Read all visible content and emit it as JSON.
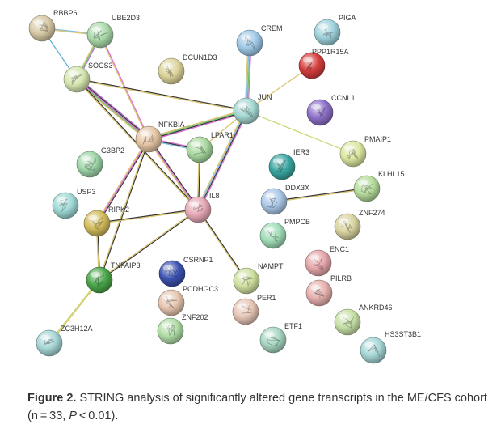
{
  "figure": {
    "caption_label": "Figure 2.",
    "caption_text_1": " STRING analysis of significantly altered gene transcripts in the ME/CFS cohort (n = 33, ",
    "caption_p": "P",
    "caption_text_2": " < 0.01)."
  },
  "network": {
    "nodes": [
      {
        "id": "RBBP6",
        "label": "RBBP6",
        "color": "#d8c9a6"
      },
      {
        "id": "UBE2D3",
        "label": "UBE2D3",
        "color": "#a9d9a9"
      },
      {
        "id": "SOCS3",
        "label": "SOCS3",
        "color": "#d6e6b0"
      },
      {
        "id": "DCUN1D3",
        "label": "DCUN1D3",
        "color": "#dcd49a"
      },
      {
        "id": "CREM",
        "label": "CREM",
        "color": "#9ec8e6"
      },
      {
        "id": "PIGA",
        "label": "PIGA",
        "color": "#9fd2dc"
      },
      {
        "id": "PPP1R15A",
        "label": "PPP1R15A",
        "color": "#d63d3d"
      },
      {
        "id": "JUN",
        "label": "JUN",
        "color": "#a6d8d2"
      },
      {
        "id": "CCNL1",
        "label": "CCNL1",
        "color": "#8c6ec8"
      },
      {
        "id": "NFKBIA",
        "label": "NFKBIA",
        "color": "#e6c6a6"
      },
      {
        "id": "LPAR1",
        "label": "LPAR1",
        "color": "#a9d9a0"
      },
      {
        "id": "PMAIP1",
        "label": "PMAIP1",
        "color": "#dce6a0"
      },
      {
        "id": "G3BP2",
        "label": "G3BP2",
        "color": "#9fd6a9"
      },
      {
        "id": "IER3",
        "label": "IER3",
        "color": "#3aa6a0"
      },
      {
        "id": "KLHL15",
        "label": "KLHL15",
        "color": "#b6dc9c"
      },
      {
        "id": "DDX3X",
        "label": "DDX3X",
        "color": "#a9c6e6"
      },
      {
        "id": "USP3",
        "label": "USP3",
        "color": "#9fdad6"
      },
      {
        "id": "RIPK2",
        "label": "RIPK2",
        "color": "#d2bc5c"
      },
      {
        "id": "IL8",
        "label": "IL8",
        "color": "#e6a9b6"
      },
      {
        "id": "ZNF274",
        "label": "ZNF274",
        "color": "#d9d3a0"
      },
      {
        "id": "PMPCB",
        "label": "PMPCB",
        "color": "#9fdcb6"
      },
      {
        "id": "ENC1",
        "label": "ENC1",
        "color": "#e6a6aa"
      },
      {
        "id": "TNFAIP3",
        "label": "TNFAIP3",
        "color": "#4aa64a"
      },
      {
        "id": "CSRNP1",
        "label": "CSRNP1",
        "color": "#3c52b0"
      },
      {
        "id": "NAMPT",
        "label": "NAMPT",
        "color": "#cfe0a0"
      },
      {
        "id": "PCDHGC3",
        "label": "PCDHGC3",
        "color": "#e6c6b0"
      },
      {
        "id": "PILRB",
        "label": "PILRB",
        "color": "#e6b0ae"
      },
      {
        "id": "PER1",
        "label": "PER1",
        "color": "#e6c6b6"
      },
      {
        "id": "ANKRD46",
        "label": "ANKRD46",
        "color": "#c6e0a6"
      },
      {
        "id": "ZNF202",
        "label": "ZNF202",
        "color": "#b0dca6"
      },
      {
        "id": "ETF1",
        "label": "ETF1",
        "color": "#a6d6c0"
      },
      {
        "id": "HS3ST3B1",
        "label": "HS3ST3B1",
        "color": "#a6d6d6"
      },
      {
        "id": "ZC3H12A",
        "label": "ZC3H12A",
        "color": "#a6d6d6"
      }
    ],
    "edges": [
      {
        "source": "RBBP6",
        "target": "UBE2D3",
        "colors": [
          "#7fbfe0",
          "#d9c36a"
        ]
      },
      {
        "source": "RBBP6",
        "target": "SOCS3",
        "colors": [
          "#5aaed6"
        ]
      },
      {
        "source": "UBE2D3",
        "target": "SOCS3",
        "colors": [
          "#b06ad6",
          "#6abf6a",
          "#d9c36a"
        ]
      },
      {
        "source": "UBE2D3",
        "target": "NFKBIA",
        "colors": [
          "#d96ad6",
          "#d9c36a"
        ]
      },
      {
        "source": "SOCS3",
        "target": "NFKBIA",
        "colors": [
          "#b06ad6",
          "#333333",
          "#d96ad6",
          "#6abf6a",
          "#d9c36a"
        ]
      },
      {
        "source": "SOCS3",
        "target": "JUN",
        "colors": [
          "#333333",
          "#d9c36a"
        ]
      },
      {
        "source": "SOCS3",
        "target": "IL8",
        "colors": [
          "#333333",
          "#d9c36a"
        ]
      },
      {
        "source": "CREM",
        "target": "JUN",
        "colors": [
          "#d96ad6",
          "#6abf6a",
          "#7fbfe0",
          "#d9c36a"
        ]
      },
      {
        "source": "PPP1R15A",
        "target": "JUN",
        "colors": [
          "#d9c36a"
        ]
      },
      {
        "source": "JUN",
        "target": "NFKBIA",
        "colors": [
          "#d96ad6",
          "#333333",
          "#6abf6a",
          "#d9c36a"
        ]
      },
      {
        "source": "JUN",
        "target": "LPAR1",
        "colors": [
          "#d9c36a"
        ]
      },
      {
        "source": "JUN",
        "target": "IL8",
        "colors": [
          "#d96ad6",
          "#333333",
          "#7fbfe0",
          "#d9c36a"
        ]
      },
      {
        "source": "JUN",
        "target": "PMAIP1",
        "colors": [
          "#c6d66a"
        ]
      },
      {
        "source": "NFKBIA",
        "target": "LPAR1",
        "colors": [
          "#d96ad6",
          "#333333",
          "#7fbfe0"
        ]
      },
      {
        "source": "NFKBIA",
        "target": "IL8",
        "colors": [
          "#333333",
          "#d96ad6",
          "#d9c36a"
        ]
      },
      {
        "source": "NFKBIA",
        "target": "RIPK2",
        "colors": [
          "#333333",
          "#d96ad6",
          "#d9c36a"
        ]
      },
      {
        "source": "NFKBIA",
        "target": "TNFAIP3",
        "colors": [
          "#333333",
          "#d9c36a"
        ]
      },
      {
        "source": "LPAR1",
        "target": "IL8",
        "colors": [
          "#333333",
          "#d9c36a"
        ]
      },
      {
        "source": "RIPK2",
        "target": "IL8",
        "colors": [
          "#333333",
          "#d9c36a"
        ]
      },
      {
        "source": "RIPK2",
        "target": "TNFAIP3",
        "colors": [
          "#333333",
          "#d9c36a"
        ]
      },
      {
        "source": "IL8",
        "target": "TNFAIP3",
        "colors": [
          "#333333",
          "#d9c36a"
        ]
      },
      {
        "source": "IL8",
        "target": "NAMPT",
        "colors": [
          "#333333",
          "#d9c36a"
        ]
      },
      {
        "source": "DDX3X",
        "target": "KLHL15",
        "colors": [
          "#333333",
          "#d9c36a"
        ]
      },
      {
        "source": "TNFAIP3",
        "target": "ZC3H12A",
        "colors": [
          "#d9c36a",
          "#c6d66a"
        ]
      }
    ]
  }
}
